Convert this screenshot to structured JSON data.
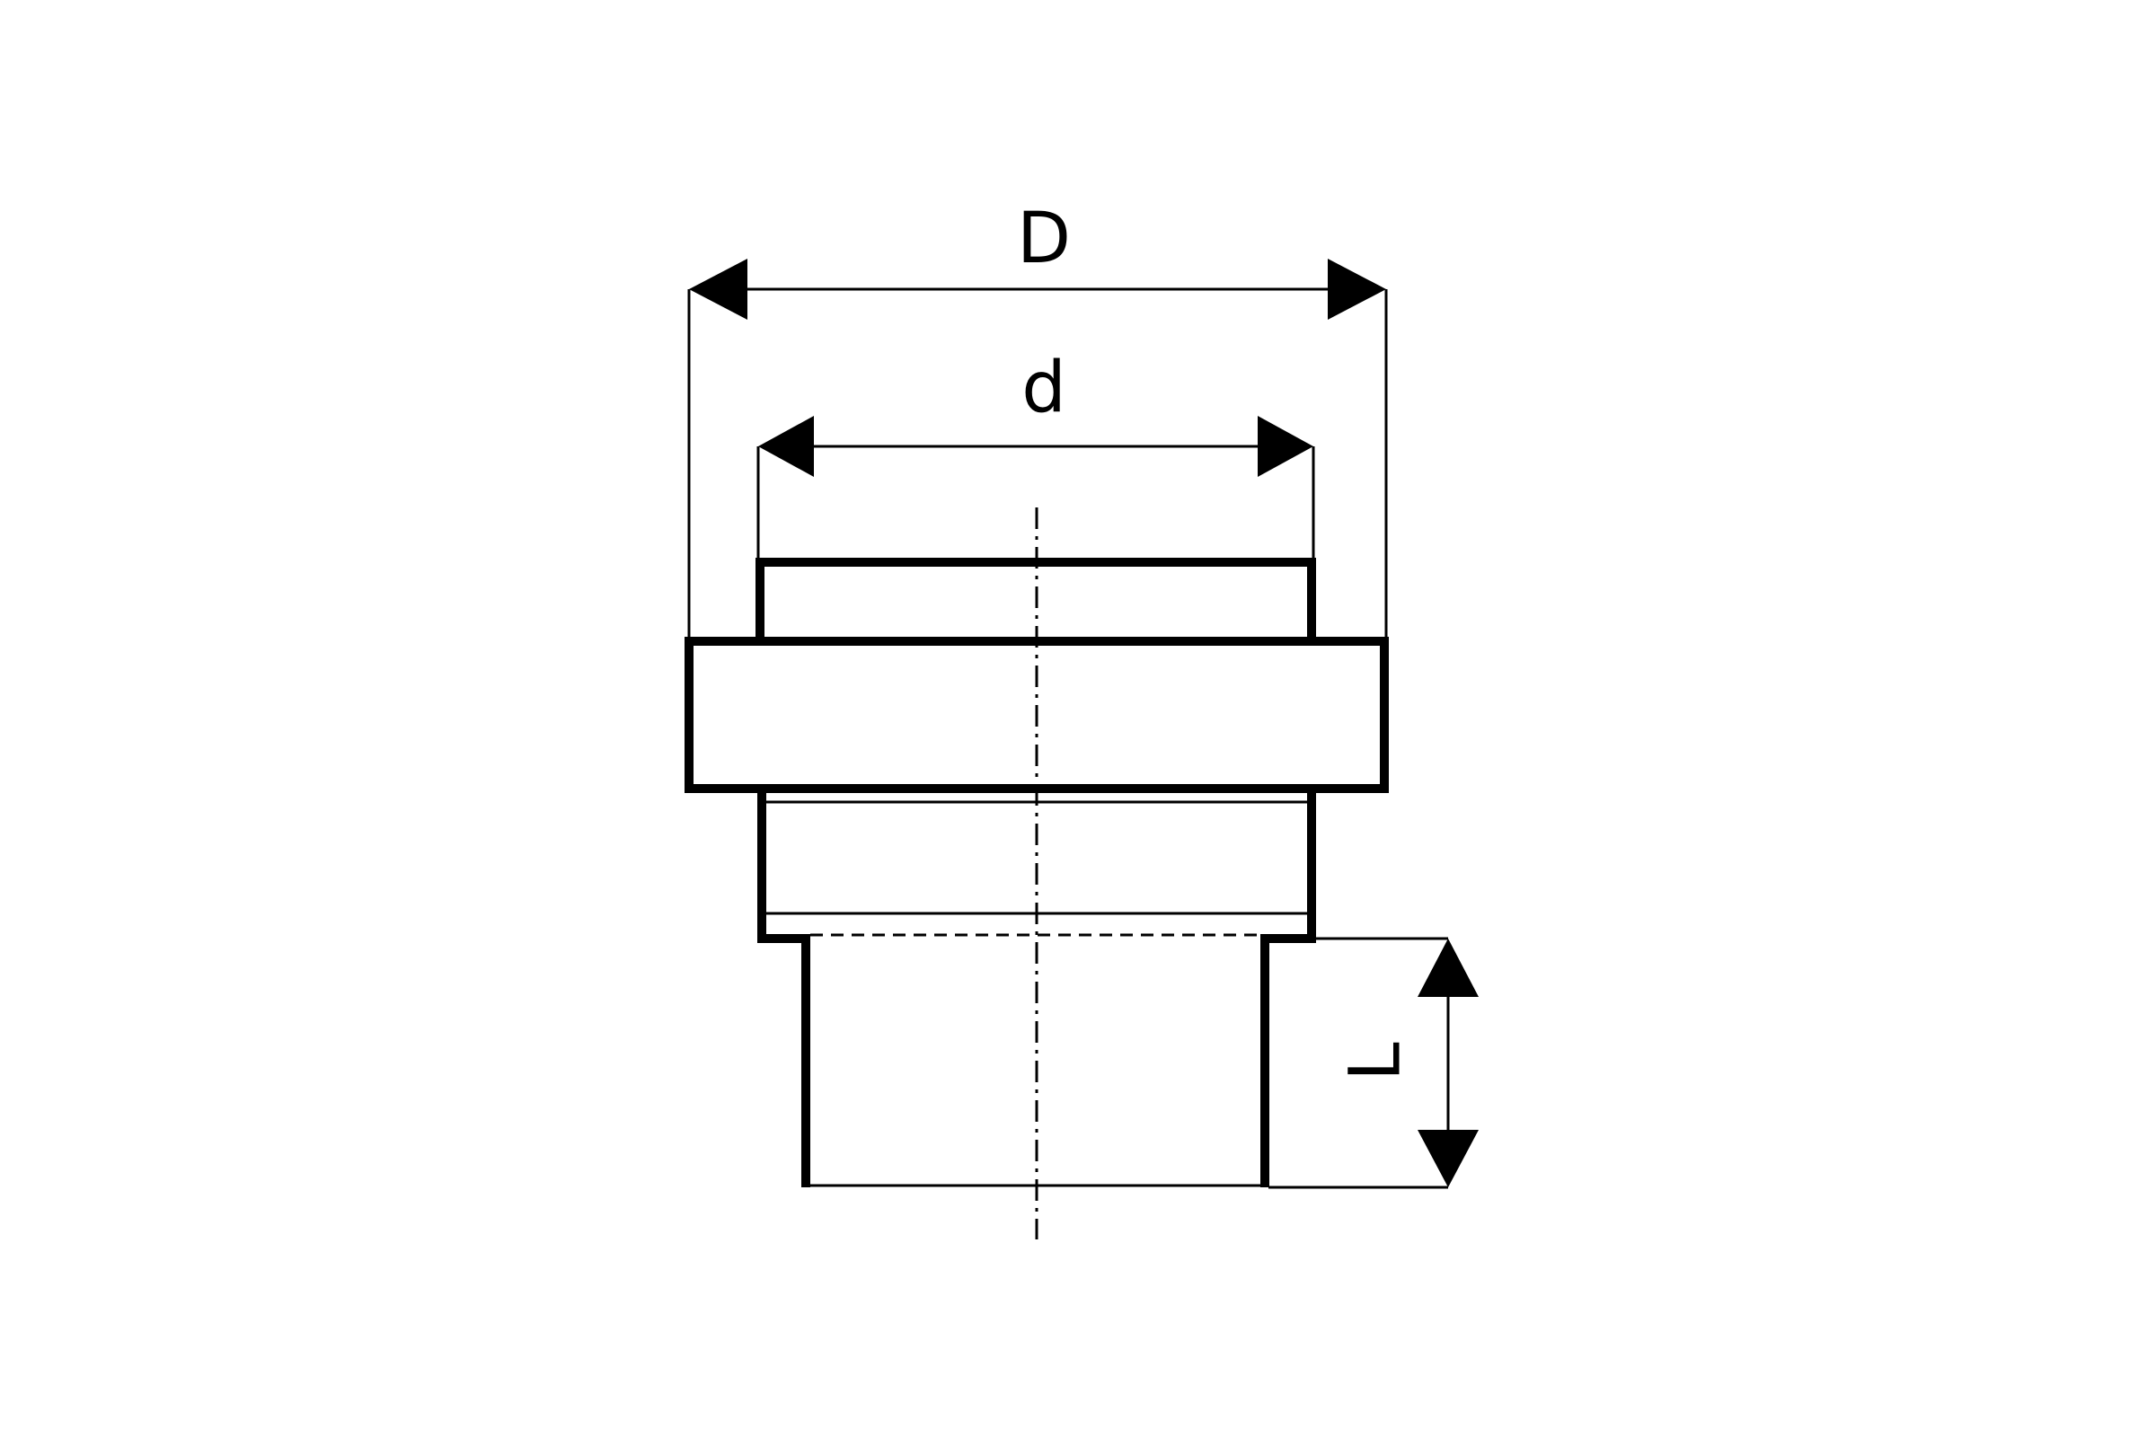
{
  "diagram": {
    "labels": {
      "outer_diameter": "D",
      "inner_diameter": "d",
      "length": "L"
    },
    "colors": {
      "line": "#000000",
      "background": "#ffffff"
    }
  }
}
